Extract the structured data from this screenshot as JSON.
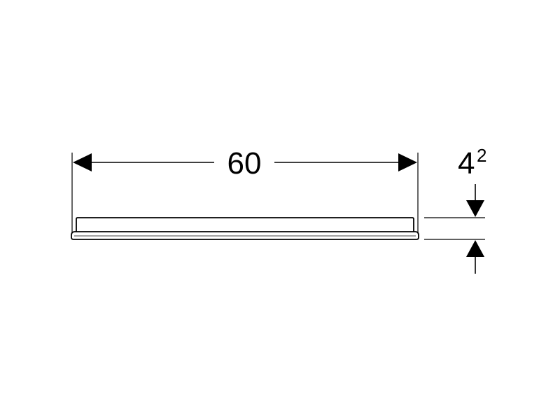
{
  "diagram": {
    "width_dimension": {
      "value": "60"
    },
    "height_dimension": {
      "value": "4",
      "superscript": "2"
    },
    "colors": {
      "line": "#000000",
      "background": "#ffffff"
    }
  }
}
